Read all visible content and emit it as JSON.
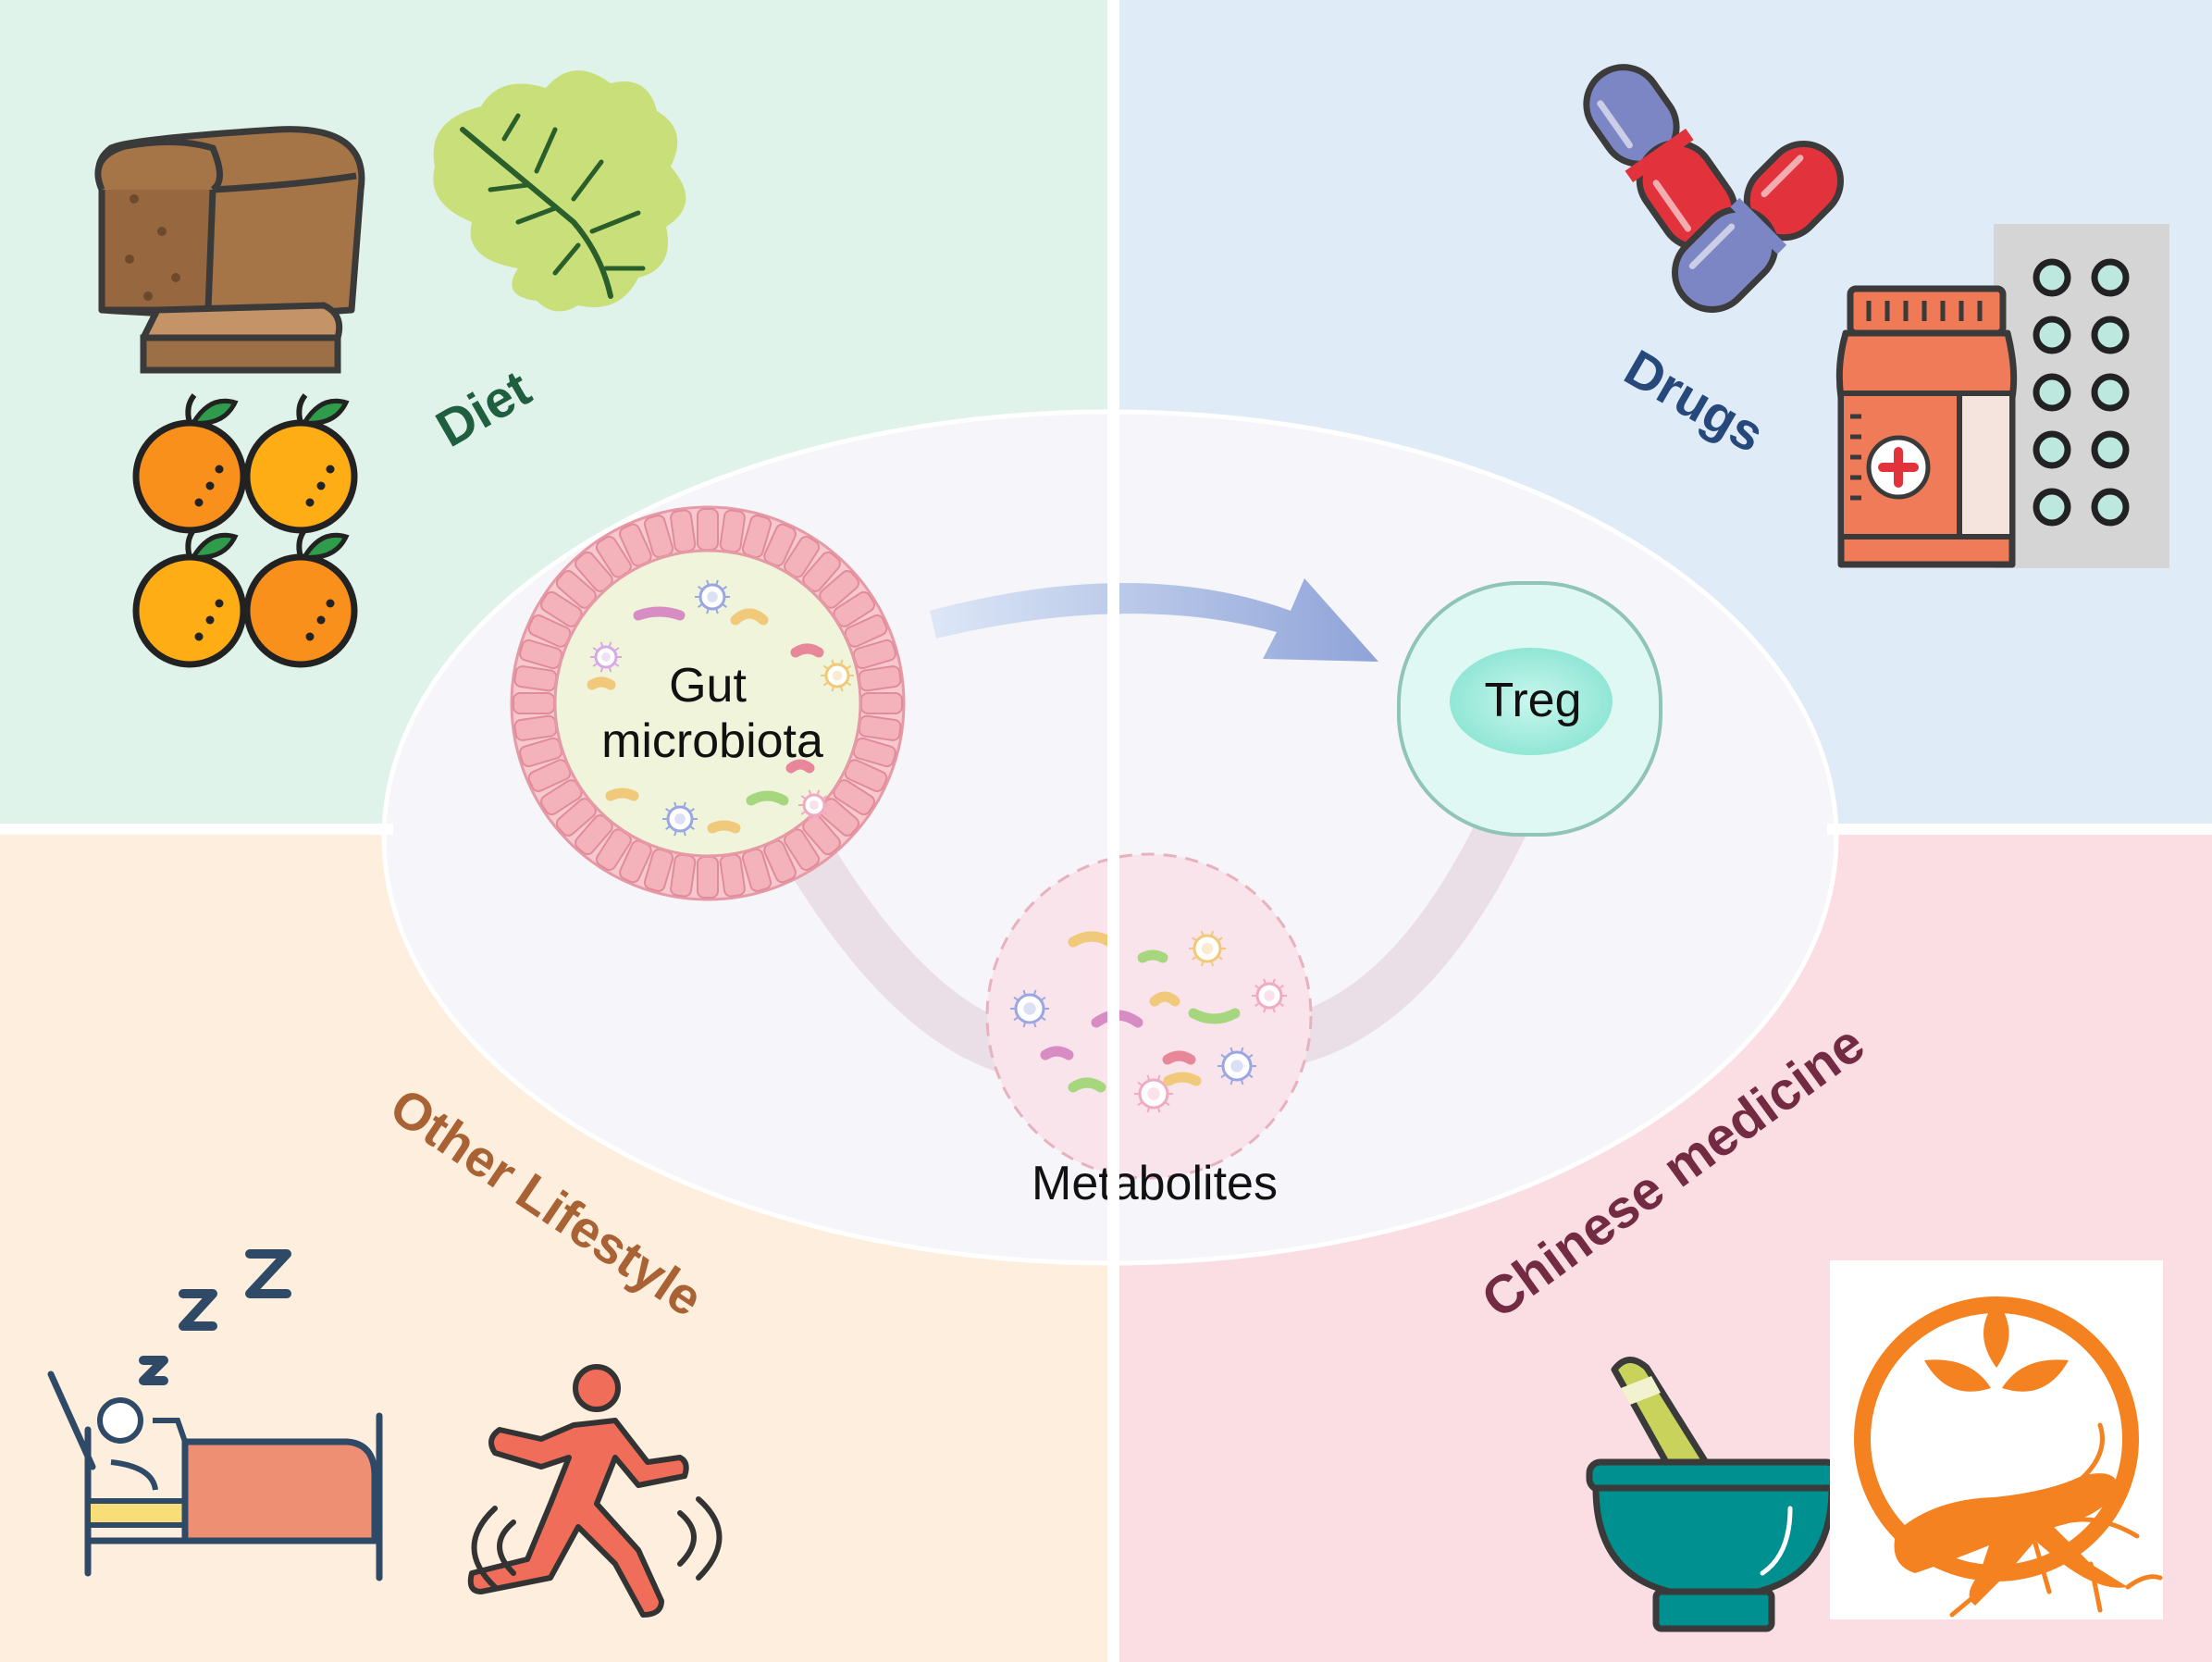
{
  "quadrants": {
    "diet": {
      "label": "Diet",
      "bg": "#dff3ea",
      "color": "#1f5e3f"
    },
    "drugs": {
      "label": "Drugs",
      "bg": "#e0ebf8",
      "color": "#26487a"
    },
    "lifestyle": {
      "label": "Other Lifestyle",
      "bg": "#fdeedd",
      "color": "#a86234"
    },
    "chinese_medicine": {
      "label": "Chinese medicine",
      "bg": "#fadee3",
      "color": "#732a43"
    }
  },
  "center": {
    "gut": {
      "line1": "Gut",
      "line2": "microbiota"
    },
    "treg": {
      "label": "Treg"
    },
    "metabolites": {
      "label": "Metabolites"
    }
  },
  "icons": [
    "bread-icon",
    "lettuce-icon",
    "oranges-icon",
    "capsules-icon",
    "medicine-bottle-icon",
    "pill-blister-icon",
    "sleeping-in-bed-icon",
    "running-person-icon",
    "mortar-pestle-icon",
    "ginseng-logo-icon"
  ]
}
